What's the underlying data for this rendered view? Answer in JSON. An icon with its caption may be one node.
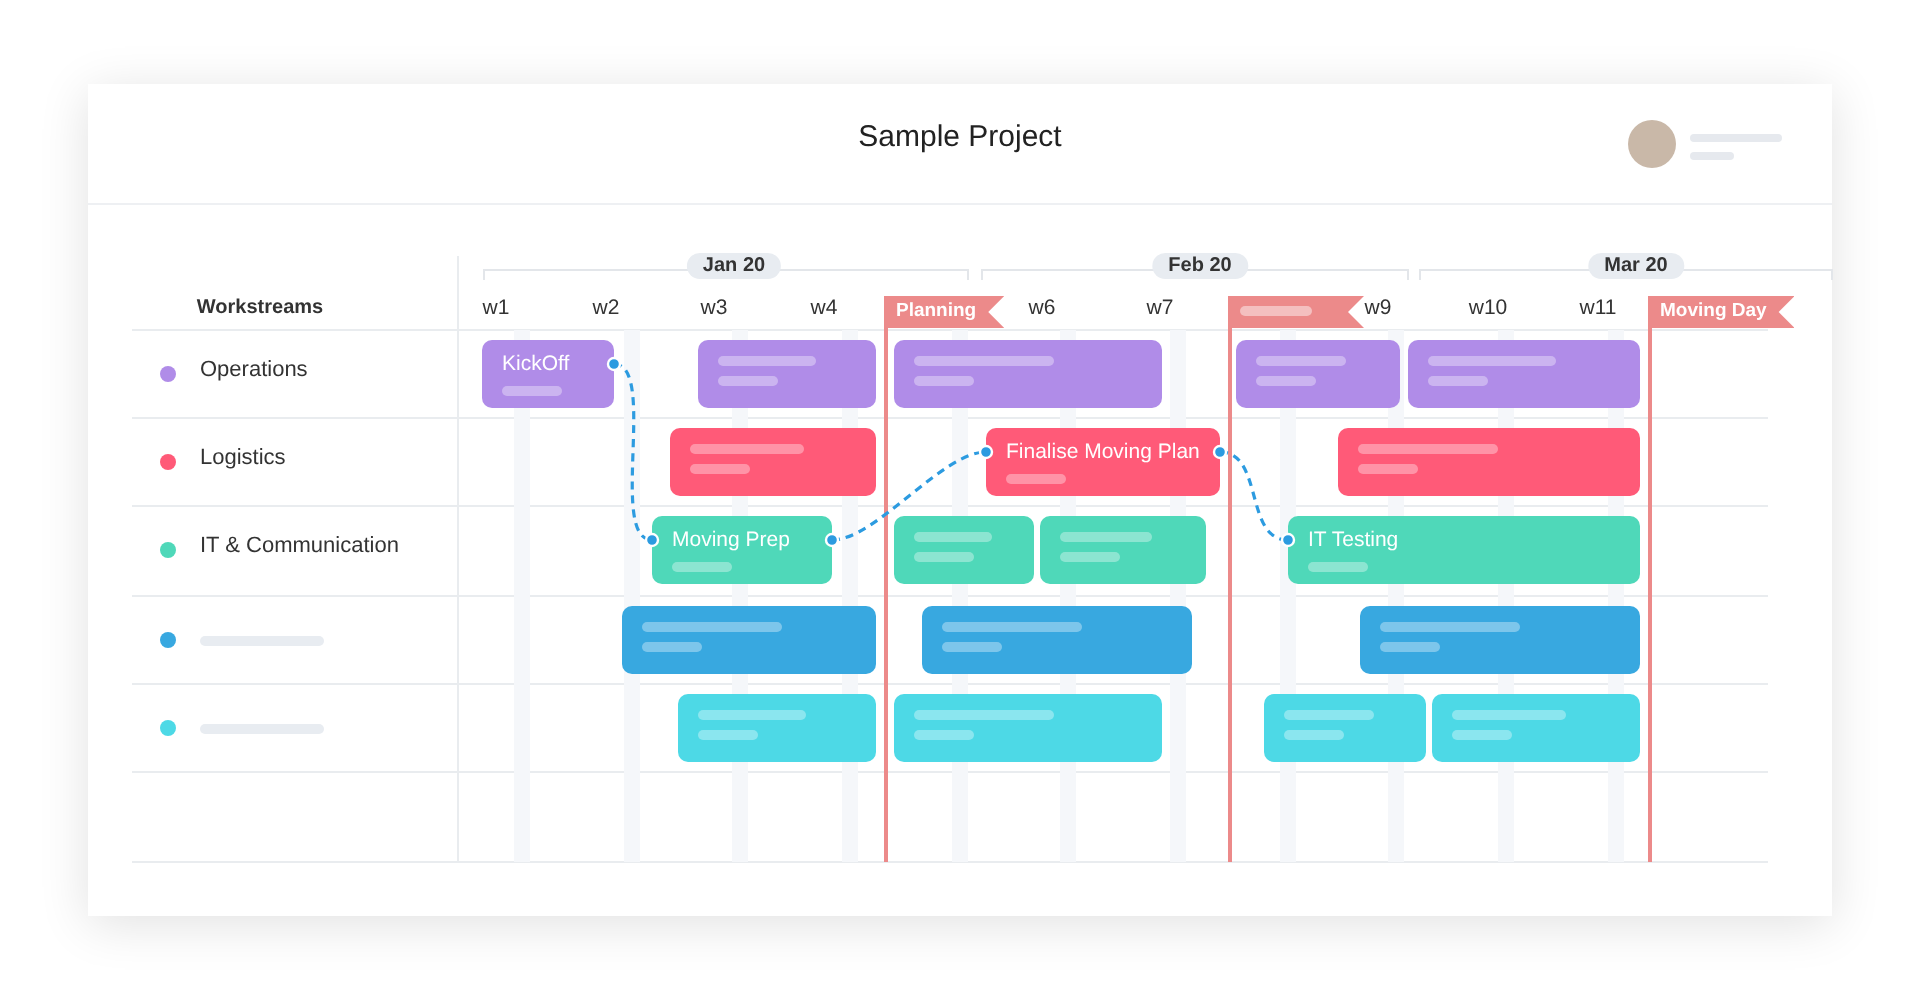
{
  "diagram": {
    "title": "Sample Project",
    "nodes": [
      {
        "text": [
          "Planning"
        ]
      },
      {
        "text": [],
        "shape": "flag"
      },
      {
        "text": [
          "Moving Day"
        ]
      },
      {
        "text": [
          "KickOff"
        ]
      },
      {
        "text": [],
        "shape": "bar"
      },
      {
        "text": [],
        "shape": "bar"
      },
      {
        "text": [],
        "shape": "bar"
      },
      {
        "text": [],
        "shape": "bar"
      },
      {
        "text": [],
        "shape": "bar"
      },
      {
        "text": [
          "Finalise Moving Plan"
        ]
      },
      {
        "text": [],
        "shape": "bar"
      },
      {
        "text": [
          "Moving Prep"
        ]
      },
      {
        "text": [],
        "shape": "bar"
      },
      {
        "text": [],
        "shape": "bar"
      },
      {
        "text": [
          "IT Testing"
        ]
      },
      {
        "text": [],
        "shape": "bar"
      },
      {
        "text": [],
        "shape": "bar"
      },
      {
        "text": [],
        "shape": "bar"
      },
      {
        "text": [],
        "shape": "bar"
      },
      {
        "text": [],
        "shape": "bar"
      },
      {
        "text": [],
        "shape": "bar"
      },
      {
        "text": [],
        "shape": "bar"
      }
    ],
    "edges": [
      {
        "from": 3,
        "to": 11,
        "arrow": "other",
        "style": "dashed"
      },
      {
        "from": 11,
        "to": 9,
        "arrow": "other",
        "style": "dashed"
      },
      {
        "from": 9,
        "to": 14,
        "arrow": "other",
        "style": "dashed"
      }
    ],
    "labels": [
      "Jan 20",
      "Feb 20",
      "Mar 20",
      "Workstreams",
      "w1",
      "w2",
      "w3",
      "w4",
      "w6",
      "w7",
      "w9",
      "w10",
      "w11"
    ],
    "legend": [
      {
        "text": "Operations",
        "color": "#b08ce8"
      },
      {
        "text": "Logistics",
        "color": "#ff5a78"
      },
      {
        "text": "IT & Communication",
        "color": "#4fd8b9"
      }
    ]
  }
}
